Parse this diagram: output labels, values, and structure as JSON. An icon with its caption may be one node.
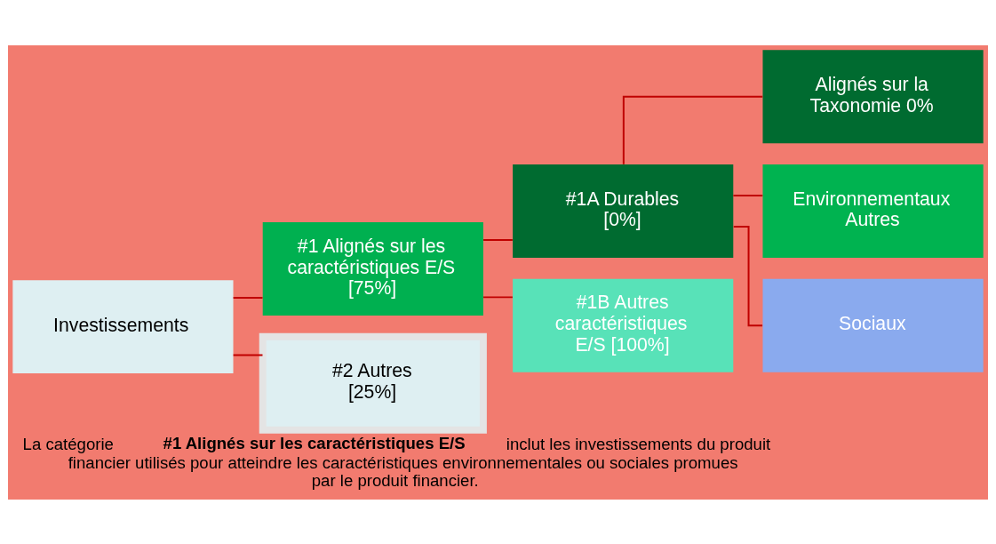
{
  "diagram": {
    "caption": "La catégorie **#1 Alignés sur les caractéristiques E/S** inclut les investissements du produit financier utilisés pour atteindre les caractéristiques environnementales ou sociales promues par le produit financier.",
    "nodes": [
      {
        "text": [
          "Investissements"
        ]
      },
      {
        "text": [
          "#1 Alignés sur les caractéristiques E/S [75%]"
        ]
      },
      {
        "text": [
          "#2 Autres [25%]"
        ]
      },
      {
        "text": [
          "#1A Durables [0%]"
        ]
      },
      {
        "text": [
          "#1B Autres caractéristiques E/S [100%]"
        ]
      },
      {
        "text": [
          "Alignés sur la Taxonomie 0%"
        ]
      },
      {
        "text": [
          "Environnementaux Autres"
        ]
      },
      {
        "text": [
          "Sociaux"
        ]
      }
    ],
    "edges": [
      {
        "from": 0,
        "to": 1,
        "arrow": "none",
        "color": "#c00000"
      },
      {
        "from": 0,
        "to": 2,
        "arrow": "none",
        "color": "#c00000"
      },
      {
        "from": 1,
        "to": 3,
        "arrow": "none",
        "color": "#c00000"
      },
      {
        "from": 1,
        "to": 4,
        "arrow": "none",
        "color": "#c00000"
      },
      {
        "from": 3,
        "to": 5,
        "arrow": "none",
        "color": "#c00000"
      },
      {
        "from": 3,
        "to": 6,
        "arrow": "none",
        "color": "#c00000"
      },
      {
        "from": 3,
        "to": 7,
        "arrow": "none",
        "color": "#c00000"
      }
    ]
  }
}
